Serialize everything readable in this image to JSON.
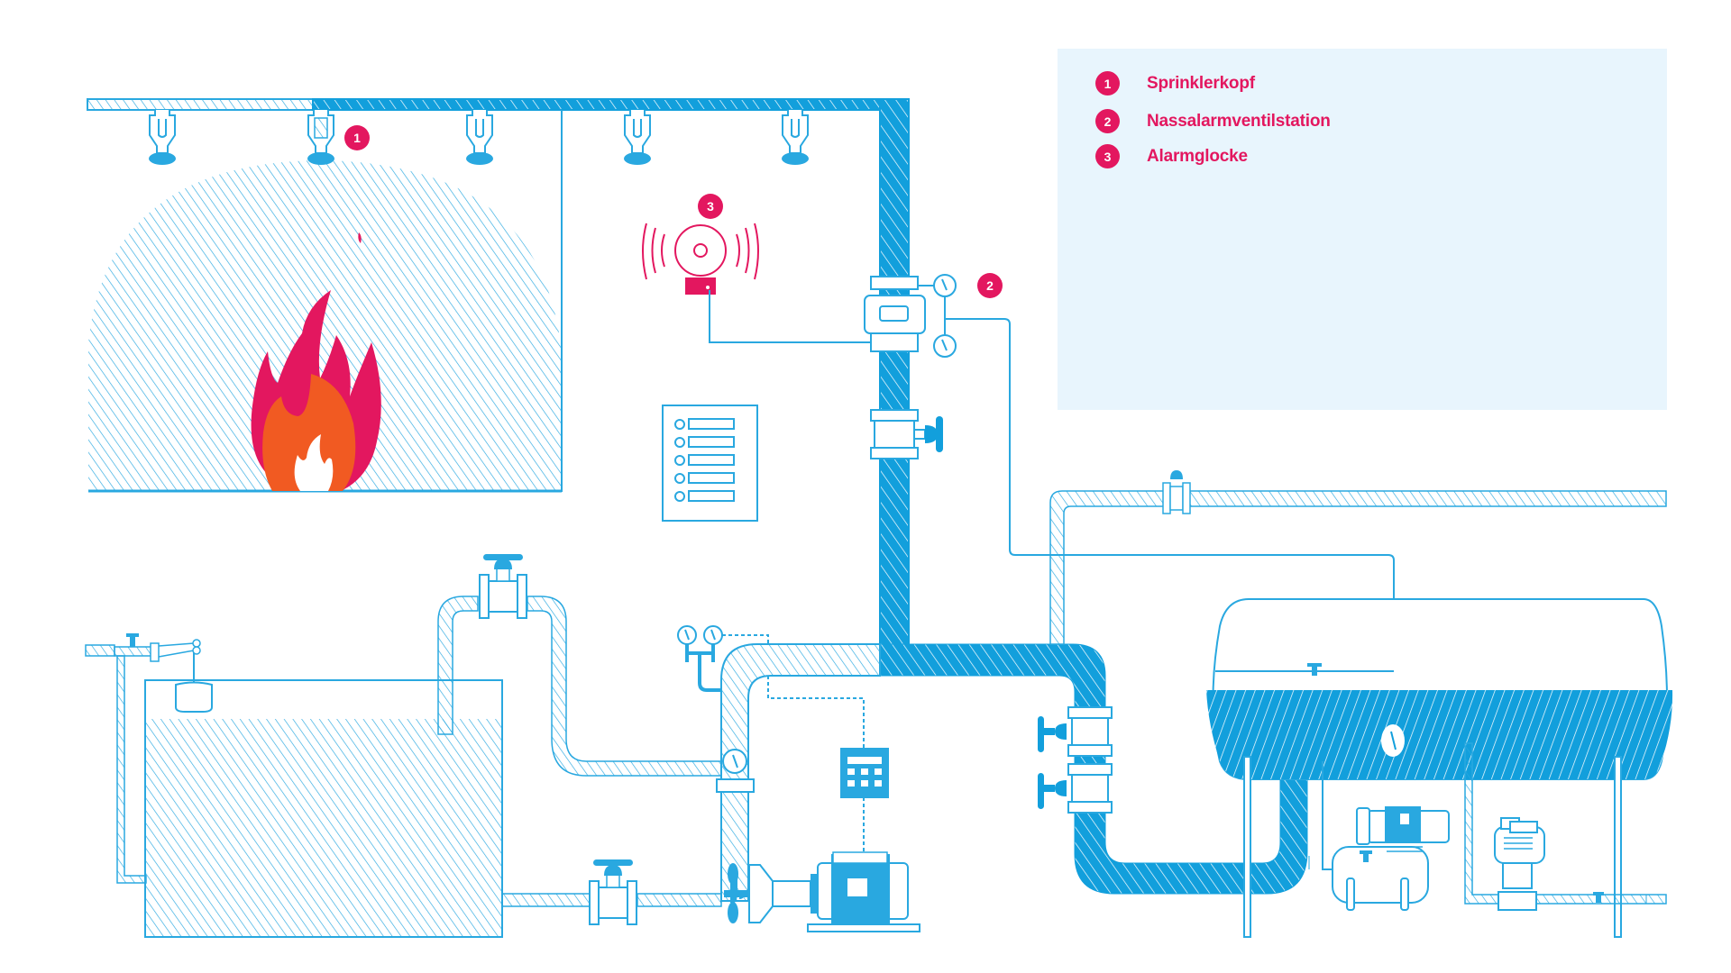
{
  "legend": {
    "items": [
      {
        "number": "1",
        "label": "Sprinklerkopf"
      },
      {
        "number": "2",
        "label": "Nassalarmventilstation"
      },
      {
        "number": "3",
        "label": "Alarmglocke"
      }
    ]
  },
  "callouts": {
    "sprinkler": "1",
    "valve_station": "2",
    "alarm_bell": "3"
  },
  "colors": {
    "pipe_blue": "#29a8e0",
    "pipe_dark": "#129fdc",
    "alert_pink": "#e3175f",
    "flame_orange": "#f15a22",
    "legend_bg": "#e8f5fd"
  }
}
